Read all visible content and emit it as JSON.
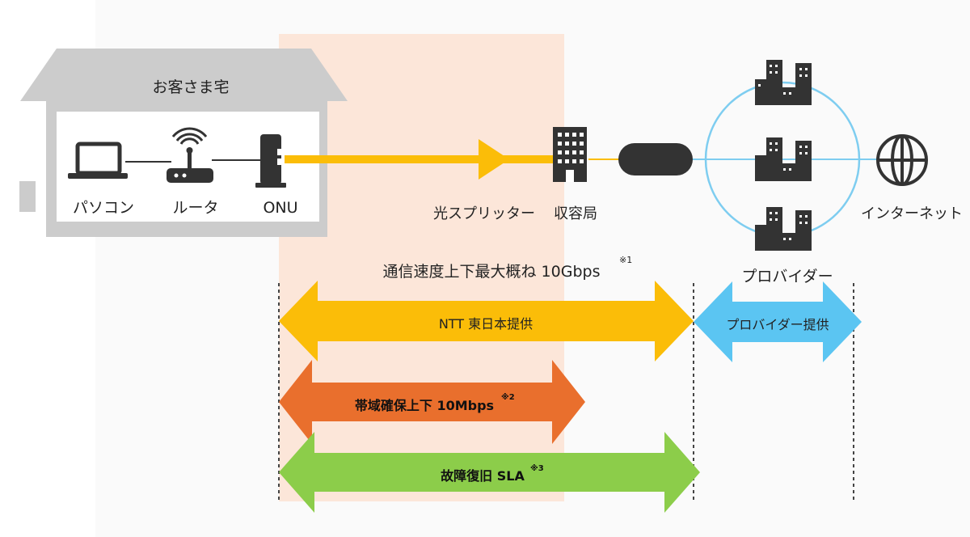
{
  "house": {
    "title": "お客さま宅",
    "pc_label": "パソコン",
    "router_label": "ルータ",
    "onu_label": "ONU"
  },
  "network": {
    "splitter_label": "光スプリッター",
    "office_label": "収容局",
    "internet_label": "インターネット",
    "provider_label": "プロバイダー"
  },
  "speed": {
    "text": "通信速度上下最大概ね 10Gbps",
    "note": "※1"
  },
  "arrows": {
    "ntt": "NTT 東日本提供",
    "provider": "プロバイダー提供",
    "bandwidth": "帯域確保上下 10Mbps",
    "bandwidth_note": "※2",
    "sla": "故障復旧 SLA",
    "sla_note": "※3"
  },
  "colors": {
    "fiber": "#fbbd08",
    "ntt_arrow": "#fbbd08",
    "provider_arrow": "#5bc5f2",
    "bandwidth_arrow": "#e96f2d",
    "sla_arrow": "#8ccd4a",
    "highlight_band": "#fce6d9",
    "house": "#cccccc",
    "icon": "#333333",
    "circle": "#7ecdf0"
  }
}
